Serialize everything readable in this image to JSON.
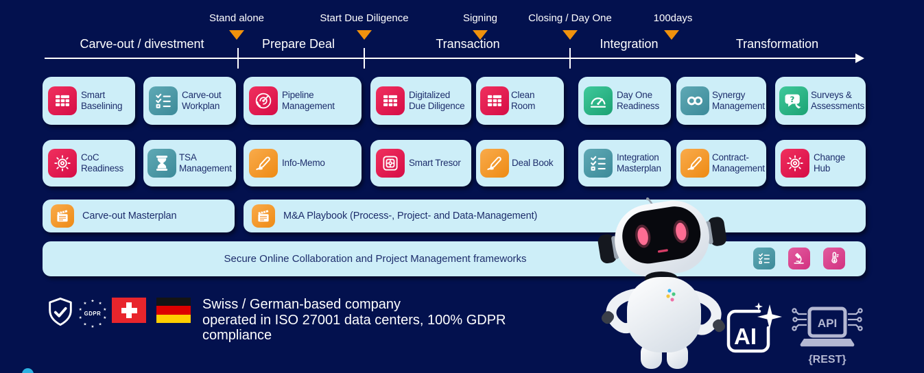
{
  "colors": {
    "background": "#03114e",
    "card_background": "#cdeef8",
    "card_text": "#1d2d6b",
    "accent_orange": "#f0920d",
    "tile_red": "#e6194f",
    "tile_teal": "#4a9aa9",
    "tile_green": "#2cb788",
    "tile_orange": "#f6942e",
    "tile_pink": "#dc4793",
    "timeline_white": "#ffffff",
    "tech_icon_lavender": "#b4b8d2",
    "robot_eye_pink": "#ff5c86"
  },
  "timeline": {
    "milestones": [
      "Stand alone",
      "Start Due Diligence",
      "Signing",
      "Closing / Day One",
      "100days"
    ],
    "phases": [
      "Carve-out / divestment",
      "Prepare Deal",
      "Transaction",
      "Integration",
      "Transformation"
    ]
  },
  "modules": {
    "row1": [
      {
        "label": "Smart Baselining",
        "icon": "table-icon",
        "color": "red"
      },
      {
        "label": "Carve-out Workplan",
        "icon": "checklist-icon",
        "color": "teal"
      },
      {
        "label": "Pipeline Management",
        "icon": "radar-icon",
        "color": "red"
      },
      {
        "label": "Digitalized Due Diligence",
        "icon": "table-icon",
        "color": "red"
      },
      {
        "label": "Clean Room",
        "icon": "table-icon",
        "color": "red"
      },
      {
        "label": "Day One Readiness",
        "icon": "gauge-icon",
        "color": "green"
      },
      {
        "label": "Synergy Management",
        "icon": "infinity-icon",
        "color": "teal"
      },
      {
        "label": "Surveys & Assessments",
        "icon": "question-chat-icon",
        "color": "green"
      }
    ],
    "row2": [
      {
        "label": "CoC Readiness",
        "icon": "gear-icon",
        "color": "red"
      },
      {
        "label": "TSA Management",
        "icon": "hourglass-icon",
        "color": "teal"
      },
      {
        "label": "Info-Memo",
        "icon": "pen-icon",
        "color": "orange"
      },
      {
        "label": "Smart Tresor",
        "icon": "safe-icon",
        "color": "red"
      },
      {
        "label": "Deal Book",
        "icon": "pen-icon",
        "color": "orange"
      },
      {
        "label": "Integration Masterplan",
        "icon": "checklist-icon",
        "color": "teal"
      },
      {
        "label": "Contract-Management",
        "icon": "pen-icon",
        "color": "orange"
      },
      {
        "label": "Change Hub",
        "icon": "gear-icon",
        "color": "red"
      }
    ],
    "row3": [
      {
        "label": "Carve-out Masterplan",
        "icon": "clapperboard-icon",
        "color": "orange"
      },
      {
        "label": "M&A Playbook (Process-, Project- and Data-Management)",
        "icon": "clapperboard-icon",
        "color": "orange"
      }
    ],
    "collaboration_bar": {
      "label": "Secure Online Collaboration and Project Management frameworks",
      "icons": [
        "checklist-icon",
        "microscope-icon",
        "thermometer-icon"
      ]
    }
  },
  "compliance": {
    "badges": [
      "shield-check-icon",
      "gdpr-badge",
      "swiss-flag",
      "german-flag"
    ],
    "gdpr_label": "GDPR",
    "lines": [
      "Swiss / German-based company",
      "operated in ISO 27001 data centers, 100% GDPR",
      "compliance"
    ]
  },
  "tech": {
    "ai": "AI",
    "api": "API",
    "rest": "{REST}"
  },
  "mascot": "robot-assistant"
}
